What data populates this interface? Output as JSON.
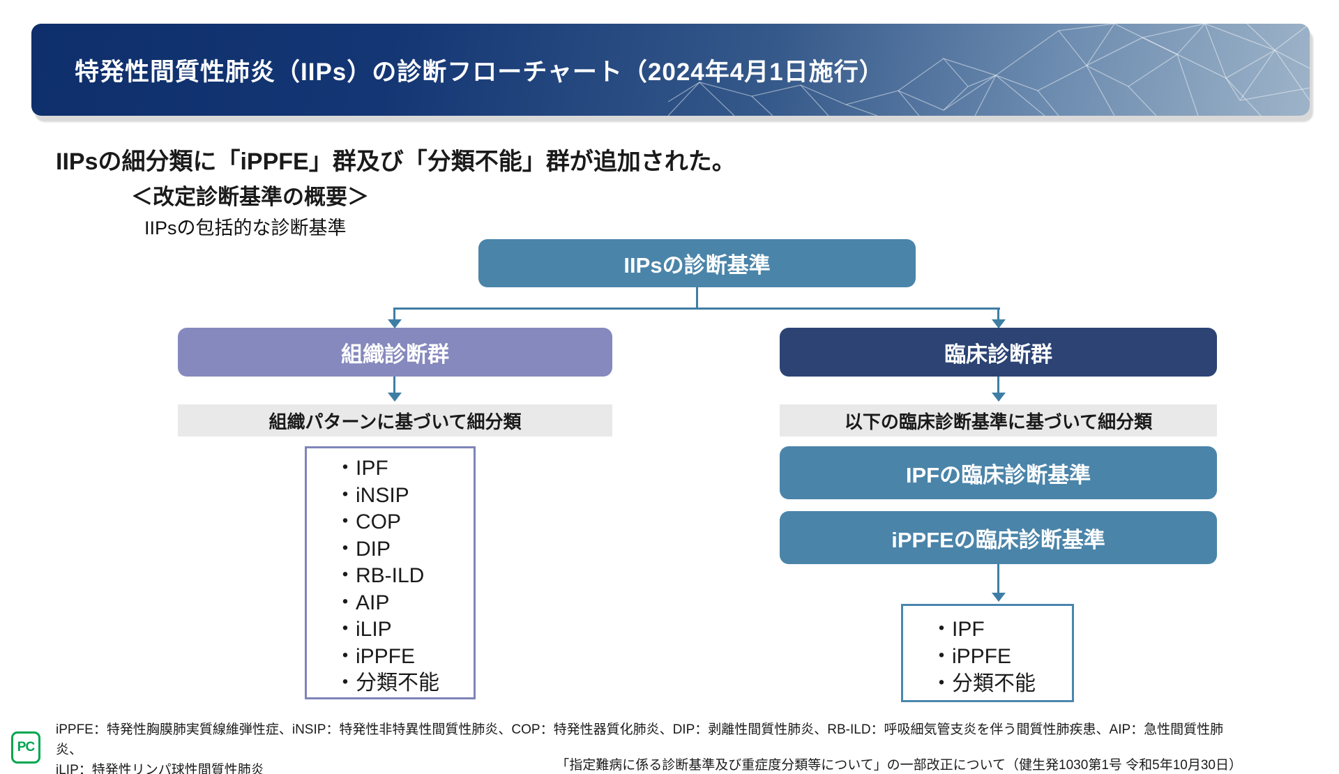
{
  "header": {
    "title": "特発性間質性肺炎（IIPs）の診断フローチャート（2024年4月1日施行）"
  },
  "intro": {
    "line1": "IIPsの細分類に「iPPFE」群及び「分類不能」群が追加された。",
    "line2": "＜改定診断基準の概要＞",
    "line3": "IIPsの包括的な診断基準"
  },
  "bullet": "・",
  "flowchart": {
    "root": {
      "label": "IIPsの診断基準"
    },
    "left_branch": {
      "group_label": "組織診断群",
      "criteria_bar": "組織パターンに基づいて細分類",
      "items": [
        "IPF",
        "iNSIP",
        "COP",
        "DIP",
        "RB-ILD",
        "AIP",
        "iLIP",
        "iPPFE",
        "分類不能"
      ]
    },
    "right_branch": {
      "group_label": "臨床診断群",
      "criteria_bar": "以下の臨床診断基準に基づいて細分類",
      "criteria_boxes": [
        "IPFの臨床診断基準",
        "iPPFEの臨床診断基準"
      ],
      "items": [
        "IPF",
        "iPPFE",
        "分類不能"
      ]
    }
  },
  "footnotes": [
    "iPPFE：特発性胸膜肺実質線維弾性症、iNSIP：特発性非特異性間質性肺炎、COP：特発性器質化肺炎、DIP：剥離性間質性肺炎、RB-ILD：呼吸細気管支炎を伴う間質性肺疾患、AIP：急性間質性肺炎、",
    "iLIP：特発性リンパ球性間質性肺炎"
  ],
  "citation": "「指定難病に係る診断基準及び重症度分類等について」の一部改正について（健生発1030第1号 令和5年10月30日）",
  "logo": {
    "text": "PC"
  },
  "colors": {
    "header_dark": "#0e2f6b",
    "header_light": "#9db3c8",
    "teal": "#4a84a9",
    "purple": "#8689bd",
    "navy": "#2c4374",
    "gray_bar": "#e9e9e9",
    "connector": "#3e7ea4",
    "left_list_border": "#7f84b8",
    "right_list_border": "#4a86ae",
    "logo_green": "#00a551"
  }
}
